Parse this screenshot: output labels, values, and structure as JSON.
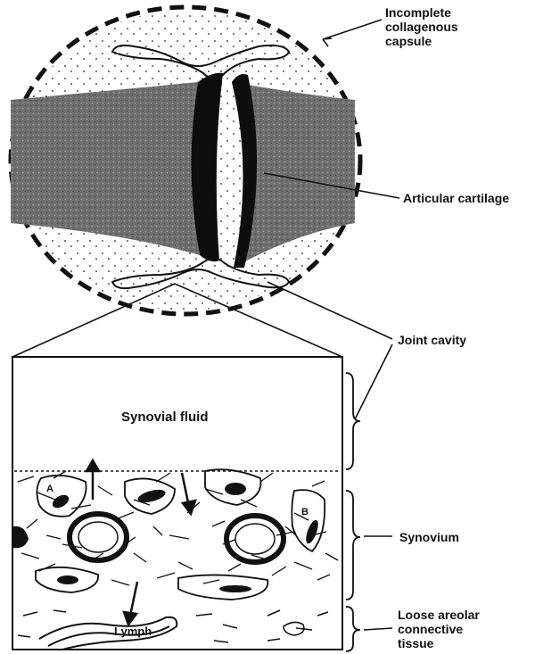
{
  "labels": {
    "capsule": [
      "Incomplete",
      "collagenous",
      "capsule"
    ],
    "cartilage": "Articular cartilage",
    "cavity": "Joint cavity",
    "fluid": "Synovial fluid",
    "synovium": "Synovium",
    "areolar": [
      "Loose areolar",
      "connective",
      "tissue"
    ],
    "lymph": "Lymph",
    "cell_a": "A",
    "cell_b": "B"
  },
  "colors": {
    "ink": "#111111",
    "bone": "#6e6e6e",
    "cartilage": "#0d0d0d"
  }
}
